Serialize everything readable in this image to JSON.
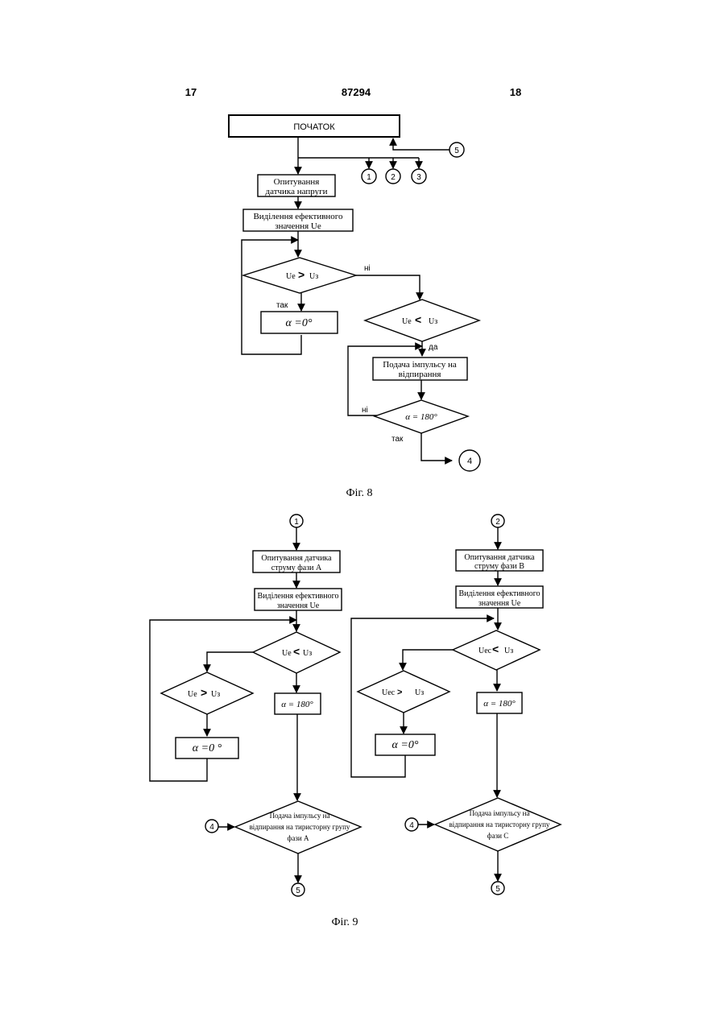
{
  "header": {
    "page_left": "17",
    "patent_number": "87294",
    "page_right": "18"
  },
  "fig8": {
    "start": "ПОЧАТОК",
    "c1": "1",
    "c2": "2",
    "c3": "3",
    "c4": "4",
    "c5": "5",
    "poll_l1": "Опитування",
    "poll_l2": "датчика напруги",
    "eff_l1": "Виділення ефективного",
    "eff_l2": "значення Ue",
    "d1_a": "Ue",
    "d1_b": "Uз",
    "ni": "ні",
    "tak": "так",
    "da": "да",
    "alpha0": "α =0°",
    "d2_a": "Ue",
    "d2_b": "Uз",
    "pulse_l1": "Подача імпульсу на",
    "pulse_l2": "відпирання",
    "alpha180": "α = 180°",
    "ni2": "ні",
    "tak2": "так",
    "caption": "Фіг. 8"
  },
  "fig9": {
    "a": {
      "in_circle": "1",
      "poll_l1": "Опитування  датчика",
      "poll_l2": "струму фази А",
      "eff_l1": "Виділення ефективного",
      "eff_l2": "значення Ue",
      "d1_a": "Ue",
      "d1_b": "Uз",
      "d2_a": "Ue",
      "d2_b": "Uз",
      "alpha180": "α = 180°",
      "alpha0": "α =0 °",
      "side_circle": "4",
      "pd_l1": "Подача імпульсу на",
      "pd_l2": "відпирання на тиристорну групу",
      "pd_l3": "фази А",
      "out_circle": "5"
    },
    "b": {
      "in_circle": "2",
      "poll_l1": "Опитування  датчика",
      "poll_l2": "струму фази В",
      "eff_l1": "Виділення ефективного",
      "eff_l2": "значення Ue",
      "d1_a": "Uec",
      "d1_b": "Uз",
      "d2_a": "Uec",
      "d2_b": "Uз",
      "alpha180": "α = 180°",
      "alpha0": "α =0°",
      "side_circle": "4",
      "pd_l1": "Подача імпульсу на",
      "pd_l2": "відпирання на тиристорну групу",
      "pd_l3": "фази С",
      "out_circle": "5"
    },
    "caption": "Фіг. 9"
  }
}
